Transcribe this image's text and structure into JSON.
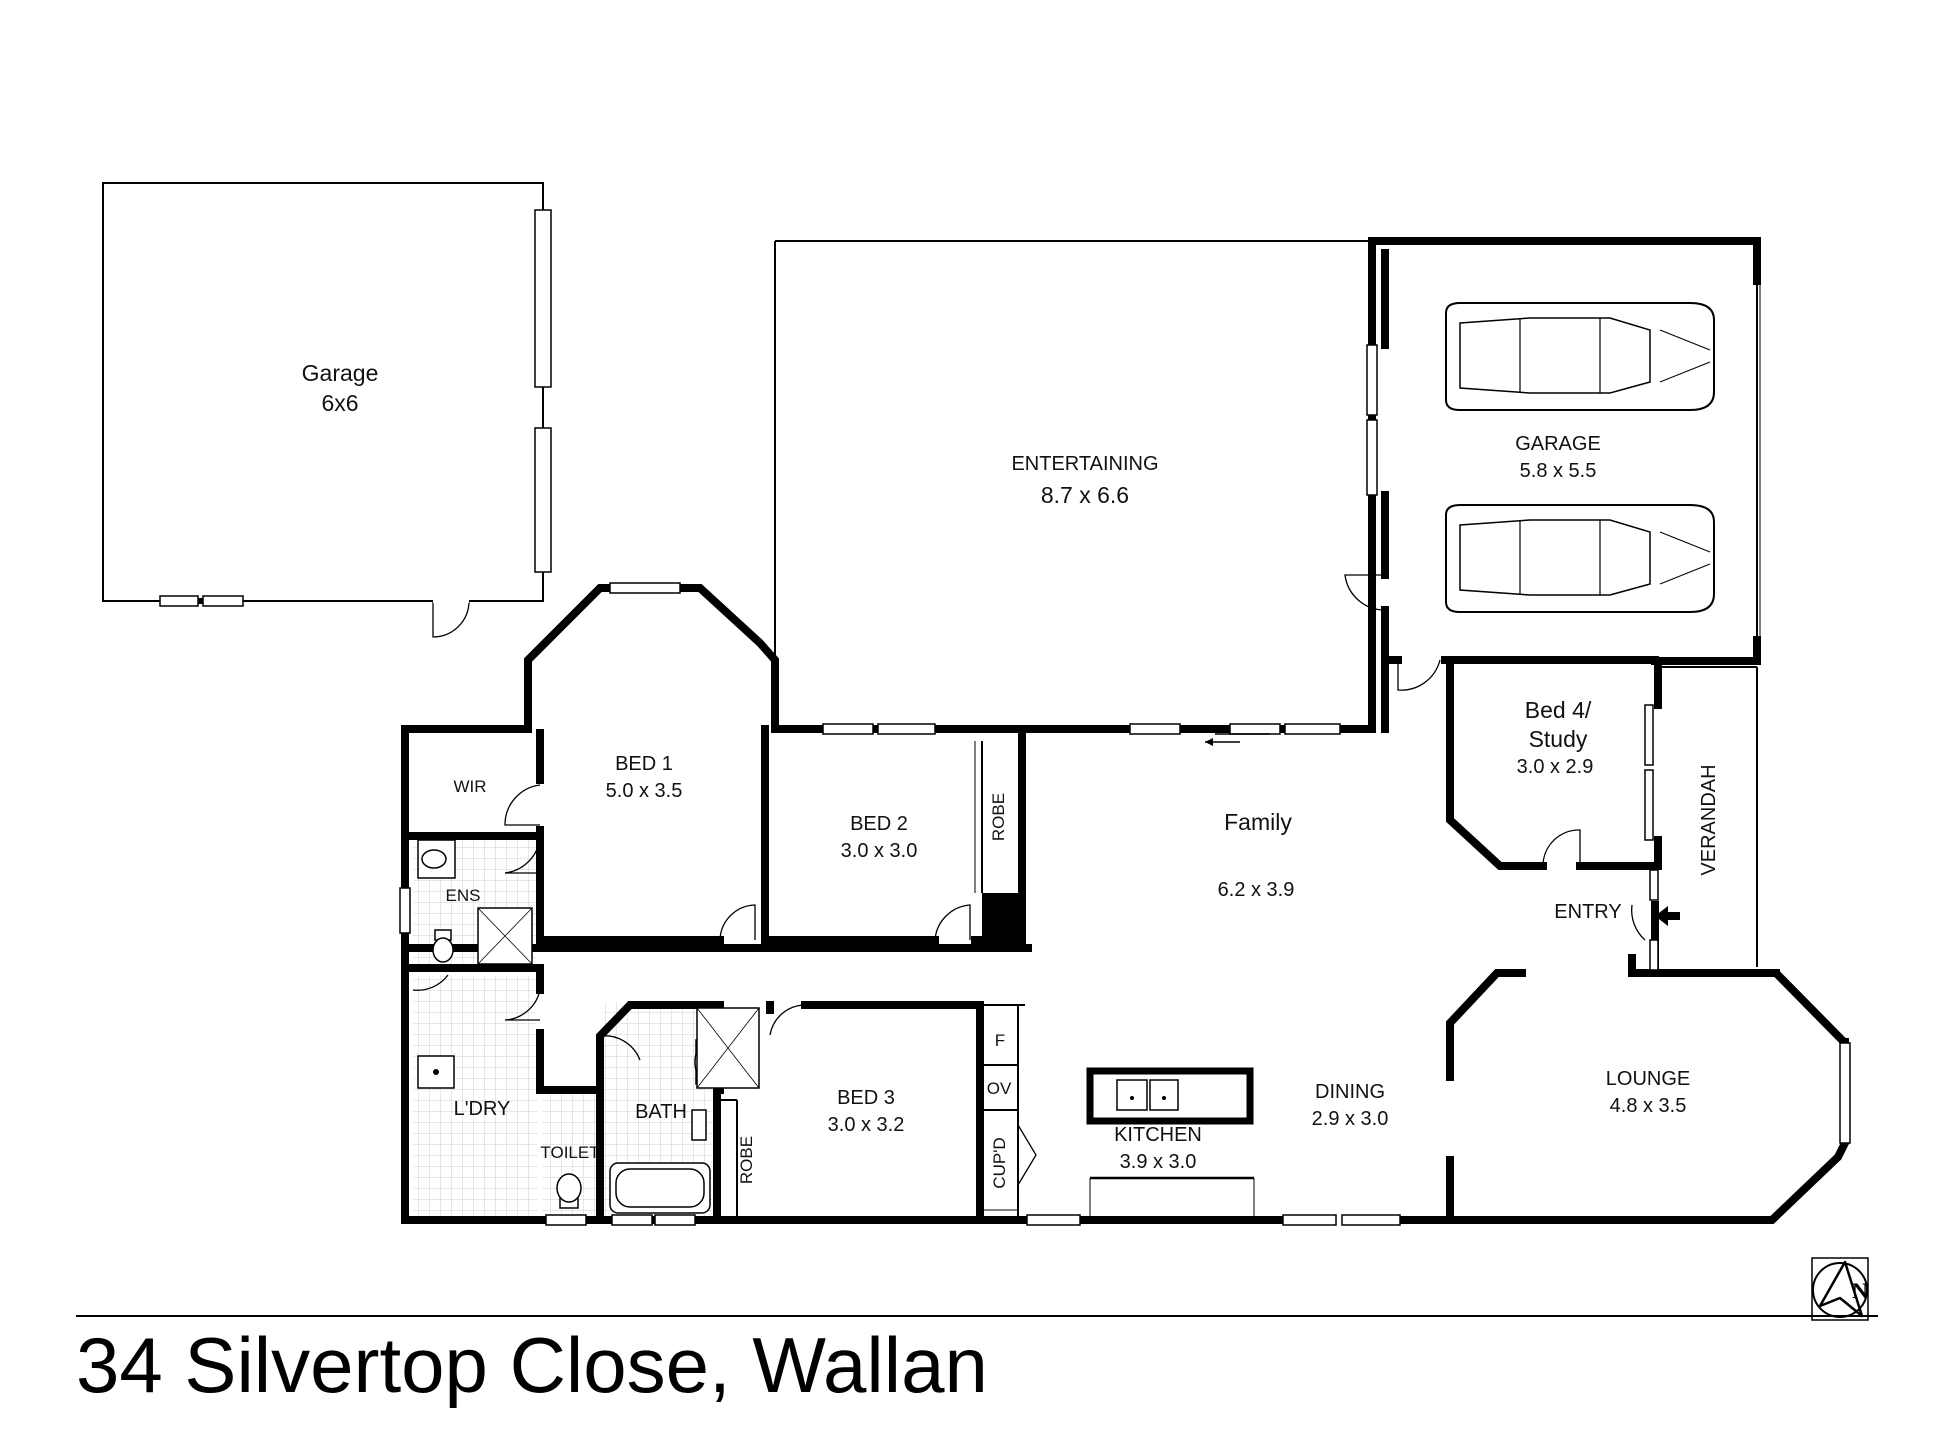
{
  "title": "34 Silvertop Close, Wallan",
  "rooms": {
    "shed": {
      "name": "Garage",
      "size": "6x6"
    },
    "entertaining": {
      "name": "ENTERTAINING",
      "size": "8.7 x 6.6"
    },
    "garage": {
      "name": "GARAGE",
      "size": "5.8 x 5.5"
    },
    "bed1": {
      "name": "BED 1",
      "size": "5.0 x 3.5"
    },
    "bed2": {
      "name": "BED 2",
      "size": "3.0 x 3.0"
    },
    "bed3": {
      "name": "BED 3",
      "size": "3.0 x 3.2"
    },
    "bed4": {
      "name_line1": "Bed 4/",
      "name_line2": "Study",
      "size": "3.0 x 2.9"
    },
    "family": {
      "name": "Family",
      "size": "6.2 x 3.9"
    },
    "dining": {
      "name": "DINING",
      "size": "2.9 x 3.0"
    },
    "kitchen": {
      "name": "KITCHEN",
      "size": "3.9 x 3.0"
    },
    "lounge": {
      "name": "LOUNGE",
      "size": "4.8 x 3.5"
    },
    "wir": {
      "name": "WIR"
    },
    "ens": {
      "name": "ENS"
    },
    "laundry": {
      "name": "L'DRY"
    },
    "toilet": {
      "name": "TOILET"
    },
    "bath": {
      "name": "BATH"
    },
    "robe_bed2": {
      "name": "ROBE"
    },
    "robe_bed3": {
      "name": "ROBE"
    },
    "verandah": {
      "name": "VERANDAH"
    },
    "entry": {
      "name": "ENTRY"
    },
    "fridge": {
      "name": "F"
    },
    "oven": {
      "name": "OV"
    },
    "cupboard": {
      "name": "CUP'D"
    }
  },
  "compass": {
    "letter": "N",
    "icon": "north-arrow-icon"
  },
  "colors": {
    "wall": "#000000",
    "tile_grid": "#cfcfcf",
    "background": "#ffffff"
  }
}
